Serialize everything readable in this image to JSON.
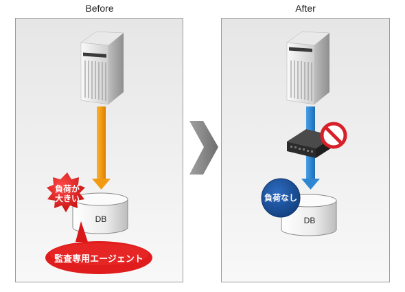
{
  "before": {
    "title": "Before",
    "db_label": "DB",
    "load_badge": [
      "負荷が",
      "大きい"
    ],
    "agent_label": "監査専用エージェント"
  },
  "after": {
    "title": "After",
    "db_label": "DB",
    "load_badge": "負荷なし"
  },
  "icons": {
    "server": "server-icon",
    "database": "database-icon",
    "appliance": "network-appliance-icon",
    "prohibited": "prohibited-icon",
    "transition_arrow": "chevron-right-icon"
  },
  "colors": {
    "panel_bg": "#efefef",
    "panel_border": "#9a9a9a",
    "orange_arrow": "#f29a12",
    "blue_arrow": "#2f87d2",
    "red_badge": "#dc1a1a",
    "blue_badge": "#1b4f98",
    "prohibited_red": "#d8202a",
    "transition_gray": "#8a8a8a"
  }
}
